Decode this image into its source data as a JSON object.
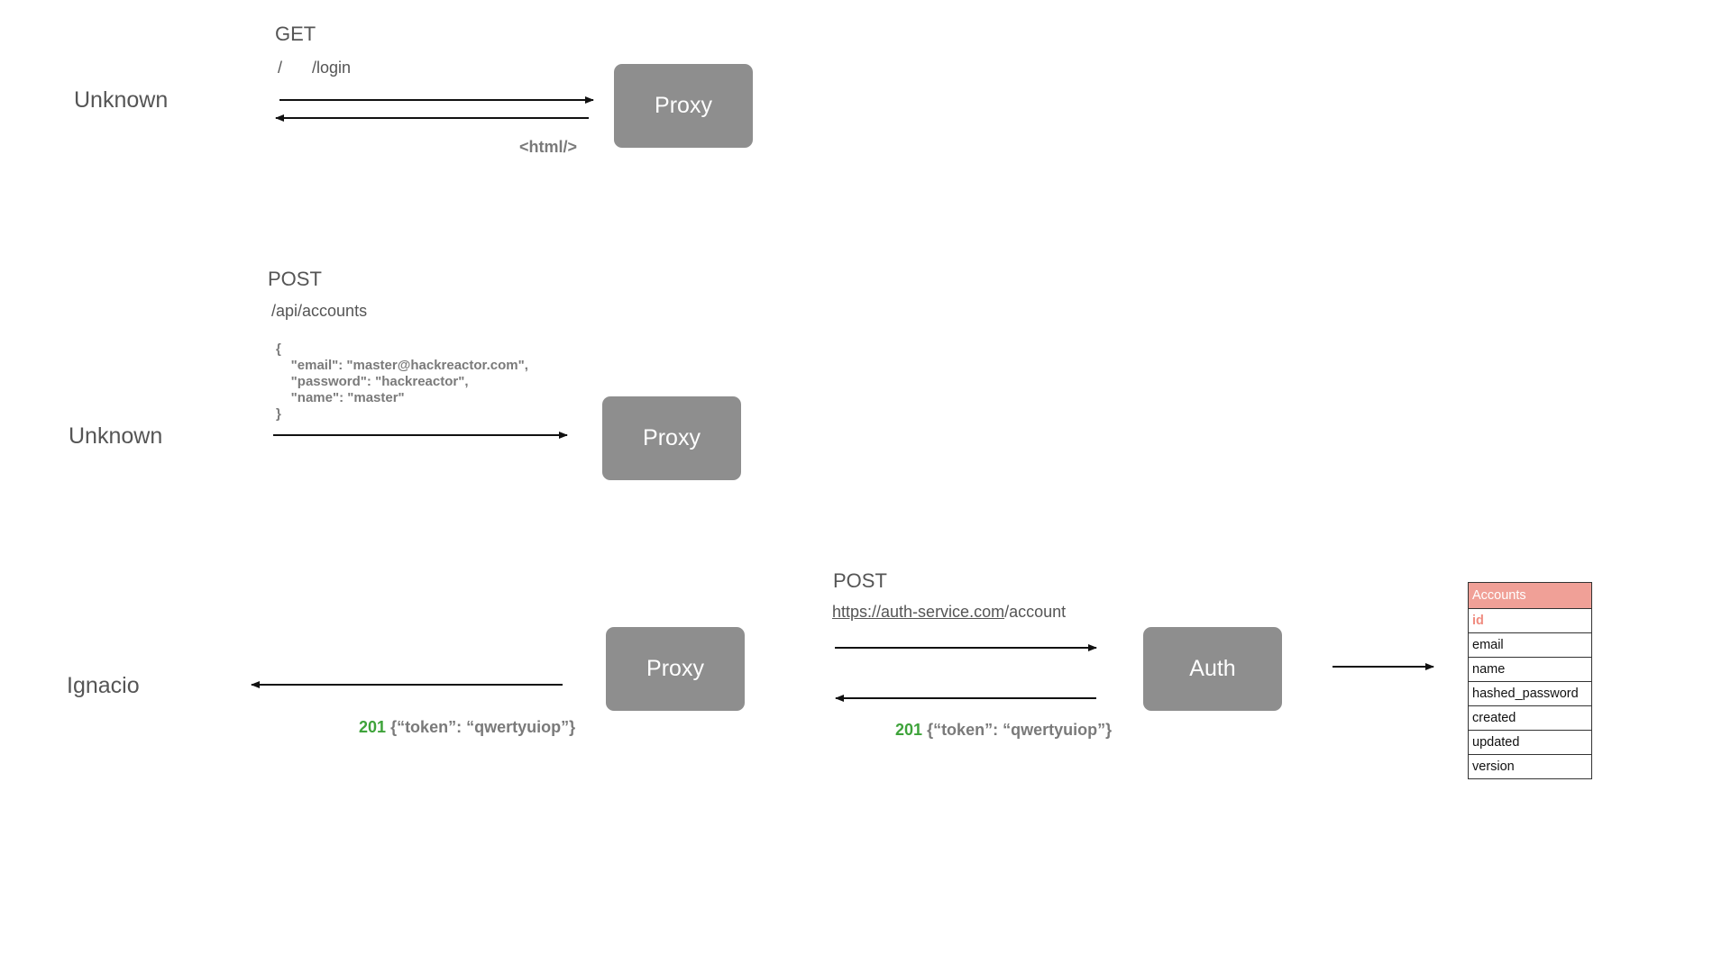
{
  "section1": {
    "actor": "Unknown",
    "method": "GET",
    "path_root": "/",
    "path_login": "/login",
    "response": "<html/>",
    "proxy_label": "Proxy"
  },
  "section2": {
    "actor": "Unknown",
    "method": "POST",
    "path": "/api/accounts",
    "body_lines": [
      "{",
      "    \"email\": \"master@hackreactor.com\",",
      "    \"password\": \"hackreactor\",",
      "    \"name\": \"master\"",
      "}"
    ],
    "proxy_label": "Proxy"
  },
  "section3": {
    "actor": "Ignacio",
    "proxy_label": "Proxy",
    "auth_label": "Auth",
    "method": "POST",
    "url_link": "https://auth-service.com",
    "url_rest": "/account",
    "client_status_code": "201",
    "client_status_body": "{“token”: “qwertyuiop”}",
    "auth_status_code": "201",
    "auth_status_body": "{“token”: “qwertyuiop”}",
    "status_color": "#3ea33a"
  },
  "accounts_table": {
    "title": "Accounts",
    "header_color": "#f0a097",
    "primary_key": "id",
    "fields": [
      "email",
      "name",
      "hashed_password",
      "created",
      "updated",
      "version"
    ]
  }
}
